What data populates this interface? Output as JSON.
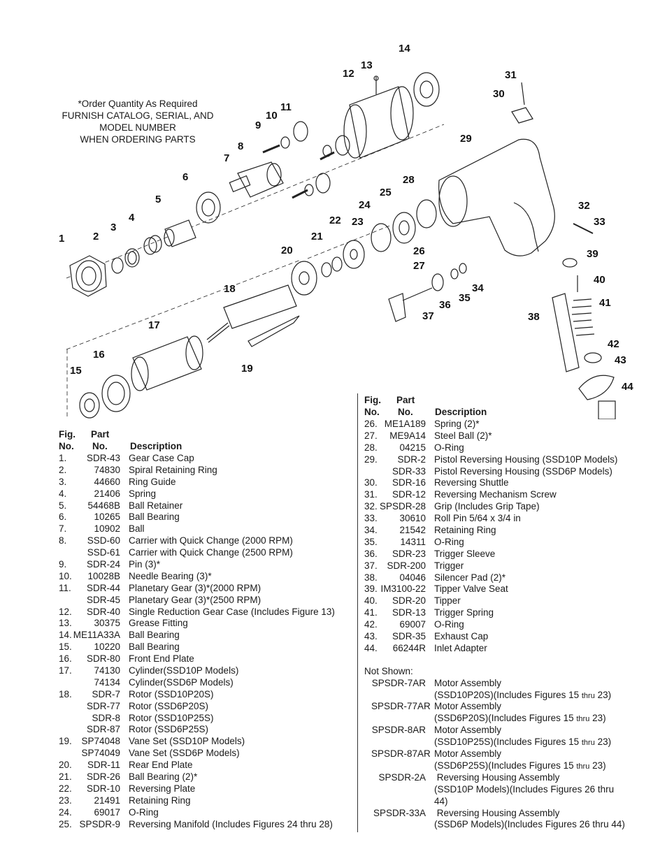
{
  "note": {
    "lines": [
      "*Order Quantity As Required",
      "FURNISH CATALOG, SERIAL, AND",
      "MODEL NUMBER",
      "WHEN ORDERING PARTS"
    ]
  },
  "callouts": [
    "1",
    "2",
    "3",
    "4",
    "5",
    "6",
    "7",
    "8",
    "9",
    "10",
    "11",
    "12",
    "13",
    "14",
    "15",
    "16",
    "17",
    "18",
    "19",
    "20",
    "21",
    "22",
    "23",
    "24",
    "25",
    "26",
    "27",
    "28",
    "29",
    "30",
    "31",
    "32",
    "33",
    "34",
    "35",
    "36",
    "37",
    "38",
    "39",
    "40",
    "41",
    "42",
    "43",
    "44"
  ],
  "table_headers": {
    "fig_line1": "Fig.",
    "fig_line2": "No.",
    "part_line1": "Part",
    "part_line2": "No.",
    "desc": "Description"
  },
  "left_rows": [
    {
      "fig": "1.",
      "part": "SDR-43",
      "desc": "Gear Case Cap"
    },
    {
      "fig": "2.",
      "part": "74830",
      "desc": "Spiral Retaining Ring"
    },
    {
      "fig": "3.",
      "part": "44660",
      "desc": "Ring Guide"
    },
    {
      "fig": "4.",
      "part": "21406",
      "desc": "Spring"
    },
    {
      "fig": "5.",
      "part": "54468B",
      "desc": "Ball Retainer"
    },
    {
      "fig": "6.",
      "part": "10265",
      "desc": "Ball Bearing"
    },
    {
      "fig": "7.",
      "part": "10902",
      "desc": "Ball"
    },
    {
      "fig": "8.",
      "part": "SSD-60",
      "desc": "Carrier with Quick Change (2000 RPM)"
    },
    {
      "fig": "",
      "part": "SSD-61",
      "desc": "Carrier with Quick Change (2500 RPM)"
    },
    {
      "fig": "9.",
      "part": "SDR-24",
      "desc": "Pin (3)*"
    },
    {
      "fig": "10.",
      "part": "10028B",
      "desc": "Needle Bearing (3)*"
    },
    {
      "fig": "11.",
      "part": "SDR-44",
      "desc": "Planetary Gear (3)*(2000 RPM)"
    },
    {
      "fig": "",
      "part": "SDR-45",
      "desc": "Planetary Gear (3)*(2500 RPM)"
    },
    {
      "fig": "12.",
      "part": "SDR-40",
      "desc": "Single Reduction Gear Case (Includes Figure 13)"
    },
    {
      "fig": "13.",
      "part": "30375",
      "desc": "Grease Fitting"
    },
    {
      "fig": "14.",
      "part": "ME11A33A",
      "desc": "Ball Bearing"
    },
    {
      "fig": "15.",
      "part": "10220",
      "desc": "Ball Bearing"
    },
    {
      "fig": "16.",
      "part": "SDR-80",
      "desc": "Front End Plate"
    },
    {
      "fig": "17.",
      "part": "74130",
      "desc": "Cylinder(SSD10P Models)"
    },
    {
      "fig": "",
      "part": "74134",
      "desc": "Cylinder(SSD6P Models)"
    },
    {
      "fig": "18.",
      "part": "SDR-7",
      "desc": "Rotor (SSD10P20S)"
    },
    {
      "fig": "",
      "part": "SDR-77",
      "desc": "Rotor (SSD6P20S)"
    },
    {
      "fig": "",
      "part": "SDR-8",
      "desc": "Rotor (SSD10P25S)"
    },
    {
      "fig": "",
      "part": "SDR-87",
      "desc": "Rotor (SSD6P25S)"
    },
    {
      "fig": "19.",
      "part": "SP74048",
      "desc": "Vane Set (SSD10P Models)"
    },
    {
      "fig": "",
      "part": "SP74049",
      "desc": "Vane Set (SSD6P Models)"
    },
    {
      "fig": "20.",
      "part": "SDR-11",
      "desc": "Rear End Plate"
    },
    {
      "fig": "21.",
      "part": "SDR-26",
      "desc": "Ball Bearing (2)*"
    },
    {
      "fig": "22.",
      "part": "SDR-10",
      "desc": "Reversing Plate"
    },
    {
      "fig": "23.",
      "part": "21491",
      "desc": "Retaining Ring"
    },
    {
      "fig": "24.",
      "part": "69017",
      "desc": "O-Ring"
    },
    {
      "fig": "25.",
      "part": "SPSDR-9",
      "desc": "Reversing Manifold (Includes Figures 24 thru 28)"
    }
  ],
  "right_rows": [
    {
      "fig": "26.",
      "part": "ME1A189",
      "desc": "Spring (2)*"
    },
    {
      "fig": "27.",
      "part": "ME9A14",
      "desc": "Steel Ball (2)*"
    },
    {
      "fig": "28.",
      "part": "04215",
      "desc": "O-Ring"
    },
    {
      "fig": "29.",
      "part": "SDR-2",
      "desc": "Pistol Reversing Housing (SSD10P Models)"
    },
    {
      "fig": "",
      "part": "SDR-33",
      "desc": "Pistol Reversing Housing (SSD6P Models)"
    },
    {
      "fig": "30.",
      "part": "SDR-16",
      "desc": "Reversing Shuttle"
    },
    {
      "fig": "31.",
      "part": "SDR-12",
      "desc": "Reversing Mechanism Screw"
    },
    {
      "fig": "32.",
      "part": "SPSDR-28",
      "desc": "Grip (Includes Grip Tape)"
    },
    {
      "fig": "33.",
      "part": "30610",
      "desc": "Roll Pin 5/64 x 3/4 in"
    },
    {
      "fig": "34.",
      "part": "21542",
      "desc": "Retaining Ring"
    },
    {
      "fig": "35.",
      "part": "14311",
      "desc": "O-Ring"
    },
    {
      "fig": "36.",
      "part": "SDR-23",
      "desc": "Trigger Sleeve"
    },
    {
      "fig": "37.",
      "part": "SDR-200",
      "desc": "Trigger"
    },
    {
      "fig": "38.",
      "part": "04046",
      "desc": "Silencer Pad (2)*"
    },
    {
      "fig": "39.",
      "part": "IM3100-22",
      "desc": "Tipper Valve Seat"
    },
    {
      "fig": "40.",
      "part": "SDR-20",
      "desc": "Tipper"
    },
    {
      "fig": "41.",
      "part": "SDR-13",
      "desc": "Trigger Spring"
    },
    {
      "fig": "42.",
      "part": "69007",
      "desc": "O-Ring"
    },
    {
      "fig": "43.",
      "part": "SDR-35",
      "desc": "Exhaust Cap"
    },
    {
      "fig": "44.",
      "part": "66244R",
      "desc": "Inlet Adapter"
    }
  ],
  "not_shown": {
    "label": "Not Shown:",
    "rows": [
      {
        "part": "SPSDR-7AR",
        "desc": "Motor Assembly",
        "desc2": "(SSD10P20S)(Includes Figures 15",
        "thru": "thru",
        "tail": "23)"
      },
      {
        "part": "SPSDR-77AR",
        "desc": "Motor Assembly",
        "desc2": "(SSD6P20S)(Includes Figures 15",
        "thru": "thru",
        "tail": "23)"
      },
      {
        "part": "SPSDR-8AR",
        "desc": "Motor Assembly",
        "desc2": "(SSD10P25S)(Includes Figures 15",
        "thru": "thru",
        "tail": "23)"
      },
      {
        "part": "SPSDR-87AR",
        "desc": "Motor Assembly",
        "desc2": "(SSD6P25S)(Includes Figures 15",
        "thru": "thru",
        "tail": "23)"
      }
    ],
    "housing_rows": [
      {
        "part": "SPSDR-2A",
        "desc": " Reversing Housing Assembly",
        "desc2": "(SSD10P Models)(Includes Figures 26 thru",
        "desc3": "44)"
      },
      {
        "part": "SPSDR-33A",
        "desc": " Reversing Housing Assembly",
        "desc2": "(SSD6P Models)(Includes Figures 26 thru 44)"
      }
    ]
  }
}
